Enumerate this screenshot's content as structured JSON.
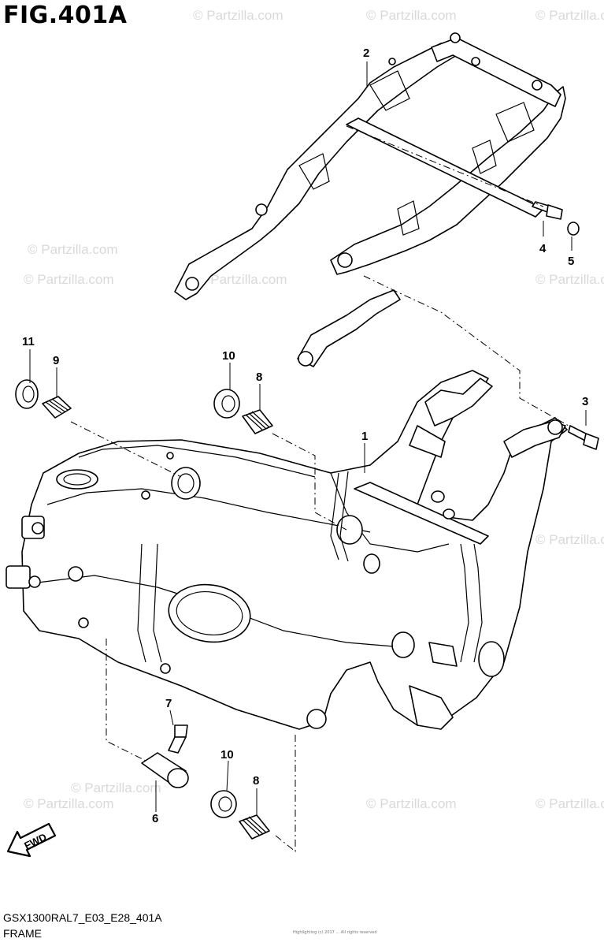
{
  "figure": {
    "title": "FIG.401A",
    "code": "GSX1300RAL7_E03_E28_401A",
    "name": "FRAME",
    "fine_print": "Highlighting (c) 2017 ... All rights reserved"
  },
  "watermark": "© Partzilla.com",
  "direction_label": "FWD",
  "callouts": {
    "c1": "1",
    "c2": "2",
    "c3": "3",
    "c4": "4",
    "c5": "5",
    "c6": "6",
    "c7": "7",
    "c8a": "8",
    "c8b": "8",
    "c9": "9",
    "c10a": "10",
    "c10b": "10",
    "c11": "11"
  }
}
